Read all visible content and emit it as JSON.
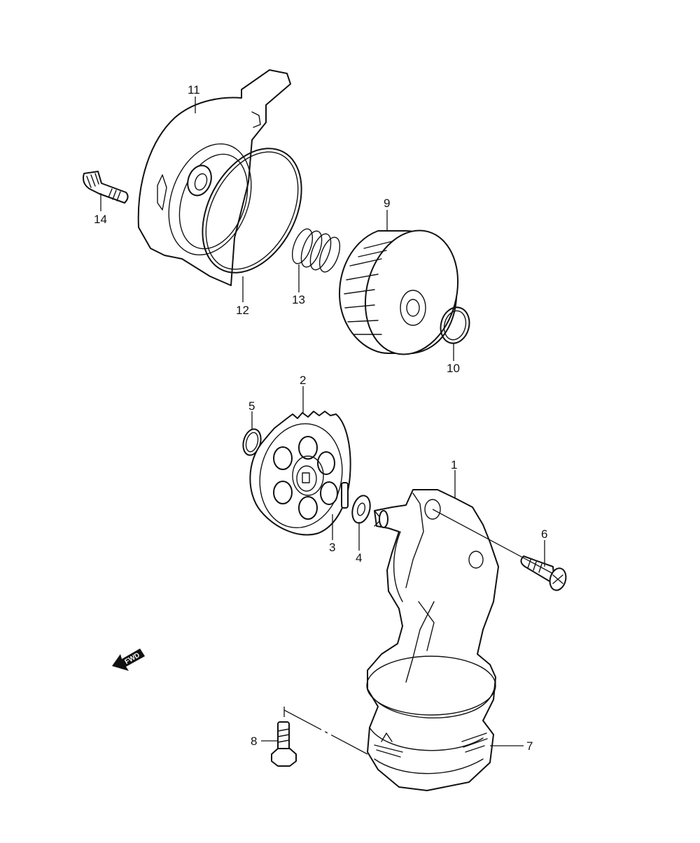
{
  "callouts": {
    "c1": "1",
    "c2": "2",
    "c3": "3",
    "c4": "4",
    "c5": "5",
    "c6": "6",
    "c7": "7",
    "c8": "8",
    "c9": "9",
    "c10": "10",
    "c11": "11",
    "c12": "12",
    "c13": "13",
    "c14": "14"
  },
  "direction_arrow": {
    "label": "FWD",
    "icon": "forward-arrow-icon"
  }
}
